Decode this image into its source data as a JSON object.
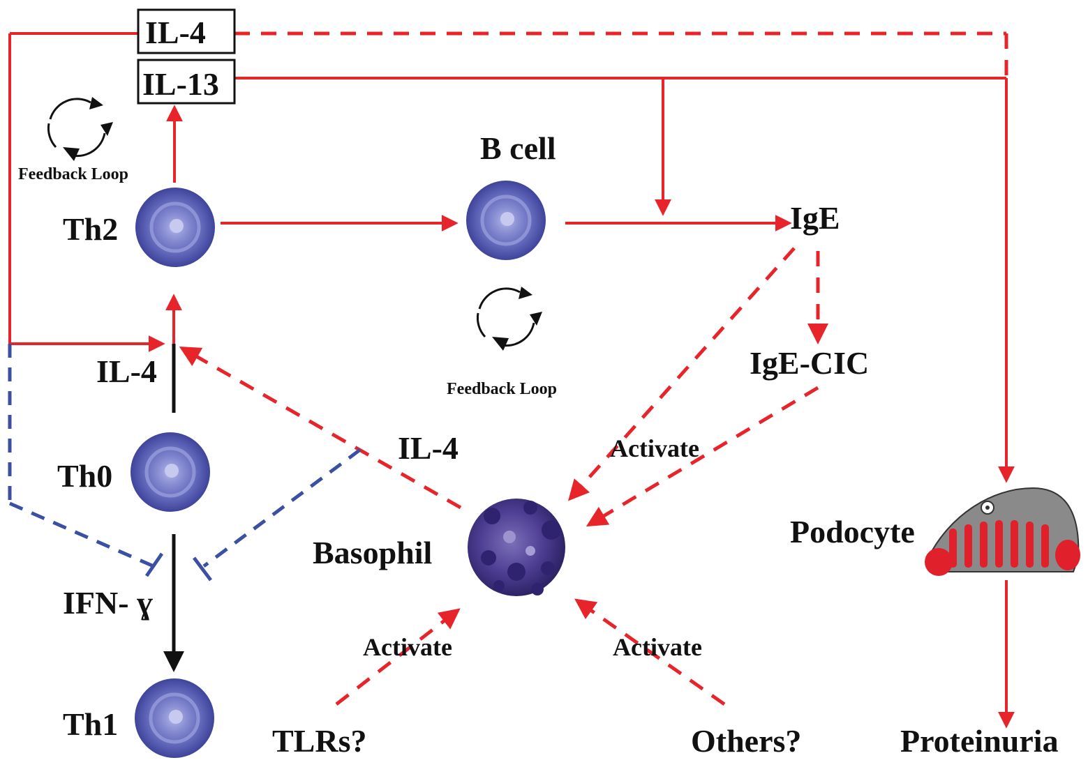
{
  "labels": {
    "il4_box": "IL-4",
    "il13_box": "IL-13",
    "feedback_loop_1": "Feedback Loop",
    "feedback_loop_2": "Feedback Loop",
    "th2": "Th2",
    "th0": "Th0",
    "th1": "Th1",
    "b_cell": "B cell",
    "ige": "IgE",
    "ige_cic": "IgE-CIC",
    "il4_left": "IL-4",
    "il4_mid": "IL-4",
    "ifn_gamma": "IFN- ɣ",
    "basophil": "Basophil",
    "activate_ige": "Activate",
    "activate_tlrs": "Activate",
    "activate_others": "Activate",
    "tlrs": "TLRs?",
    "others": "Others?",
    "podocyte": "Podocyte",
    "proteinuria": "Proteinuria"
  },
  "colors": {
    "arrow_solid": "#e8242b",
    "arrow_dashed": "#e8242b",
    "inhibition": "#3b4fa3",
    "th_path": "#111111",
    "cell_fill": "#5a60b4",
    "basophil_fill": "#4a3a8c",
    "podocyte_body": "#8a8a8a",
    "podocyte_feet": "#e0202a"
  }
}
